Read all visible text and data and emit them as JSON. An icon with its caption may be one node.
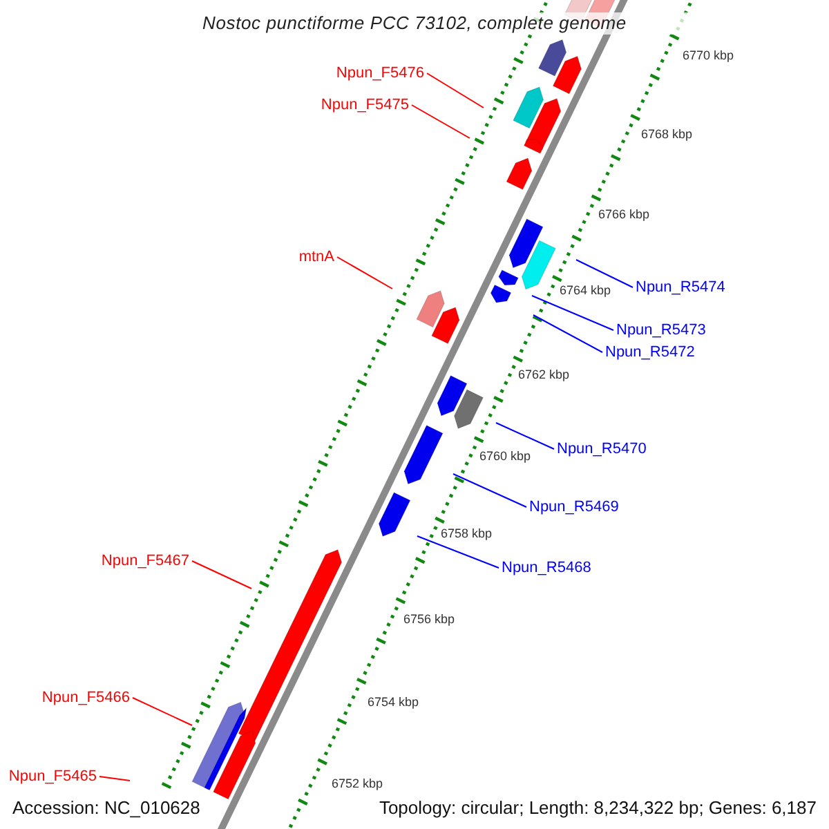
{
  "diagram": {
    "title": "Nostoc punctiforme PCC 73102, complete genome",
    "nodes": [
      {
        "text": [
          "Npun_F5476"
        ]
      },
      {
        "text": [
          "Npun_F5475"
        ]
      },
      {
        "text": [
          "mtnA"
        ]
      },
      {
        "text": [
          "Npun_R5474"
        ]
      },
      {
        "text": [
          "Npun_R5473"
        ]
      },
      {
        "text": [
          "Npun_R5472"
        ]
      },
      {
        "text": [
          "Npun_R5470"
        ]
      },
      {
        "text": [
          "Npun_R5469"
        ]
      },
      {
        "text": [
          "Npun_R5468"
        ]
      },
      {
        "text": [
          "Npun_F5467"
        ]
      },
      {
        "text": [
          "Npun_F5466"
        ]
      },
      {
        "text": [
          "Npun_F5465"
        ]
      }
    ],
    "edges": [
      {
        "from": 0,
        "to": null,
        "arrow": "none"
      },
      {
        "from": 1,
        "to": null,
        "arrow": "none"
      },
      {
        "from": 2,
        "to": null,
        "arrow": "none"
      },
      {
        "from": 3,
        "to": null,
        "arrow": "none",
        "color": "#0000ff"
      },
      {
        "from": 4,
        "to": null,
        "arrow": "none",
        "color": "#0000ff"
      },
      {
        "from": 5,
        "to": null,
        "arrow": "none",
        "color": "#0000ff"
      },
      {
        "from": 6,
        "to": null,
        "arrow": "none",
        "color": "#0000ff"
      },
      {
        "from": 7,
        "to": null,
        "arrow": "none",
        "color": "#0000ff"
      },
      {
        "from": 8,
        "to": null,
        "arrow": "none",
        "color": "#0000ff"
      },
      {
        "from": 9,
        "to": null,
        "arrow": "none"
      },
      {
        "from": 10,
        "to": null,
        "arrow": "none"
      },
      {
        "from": 11,
        "to": null,
        "arrow": "none"
      }
    ],
    "labels": [
      "6770 kbp",
      "6768 kbp",
      "6766 kbp",
      "6764 kbp",
      "6762 kbp",
      "6760 kbp",
      "6758 kbp",
      "6756 kbp",
      "6754 kbp",
      "6752 kbp",
      "Accession: NC_010628",
      "Topology: circular; Length: 8,234,322 bp; Genes: 6,187"
    ]
  }
}
